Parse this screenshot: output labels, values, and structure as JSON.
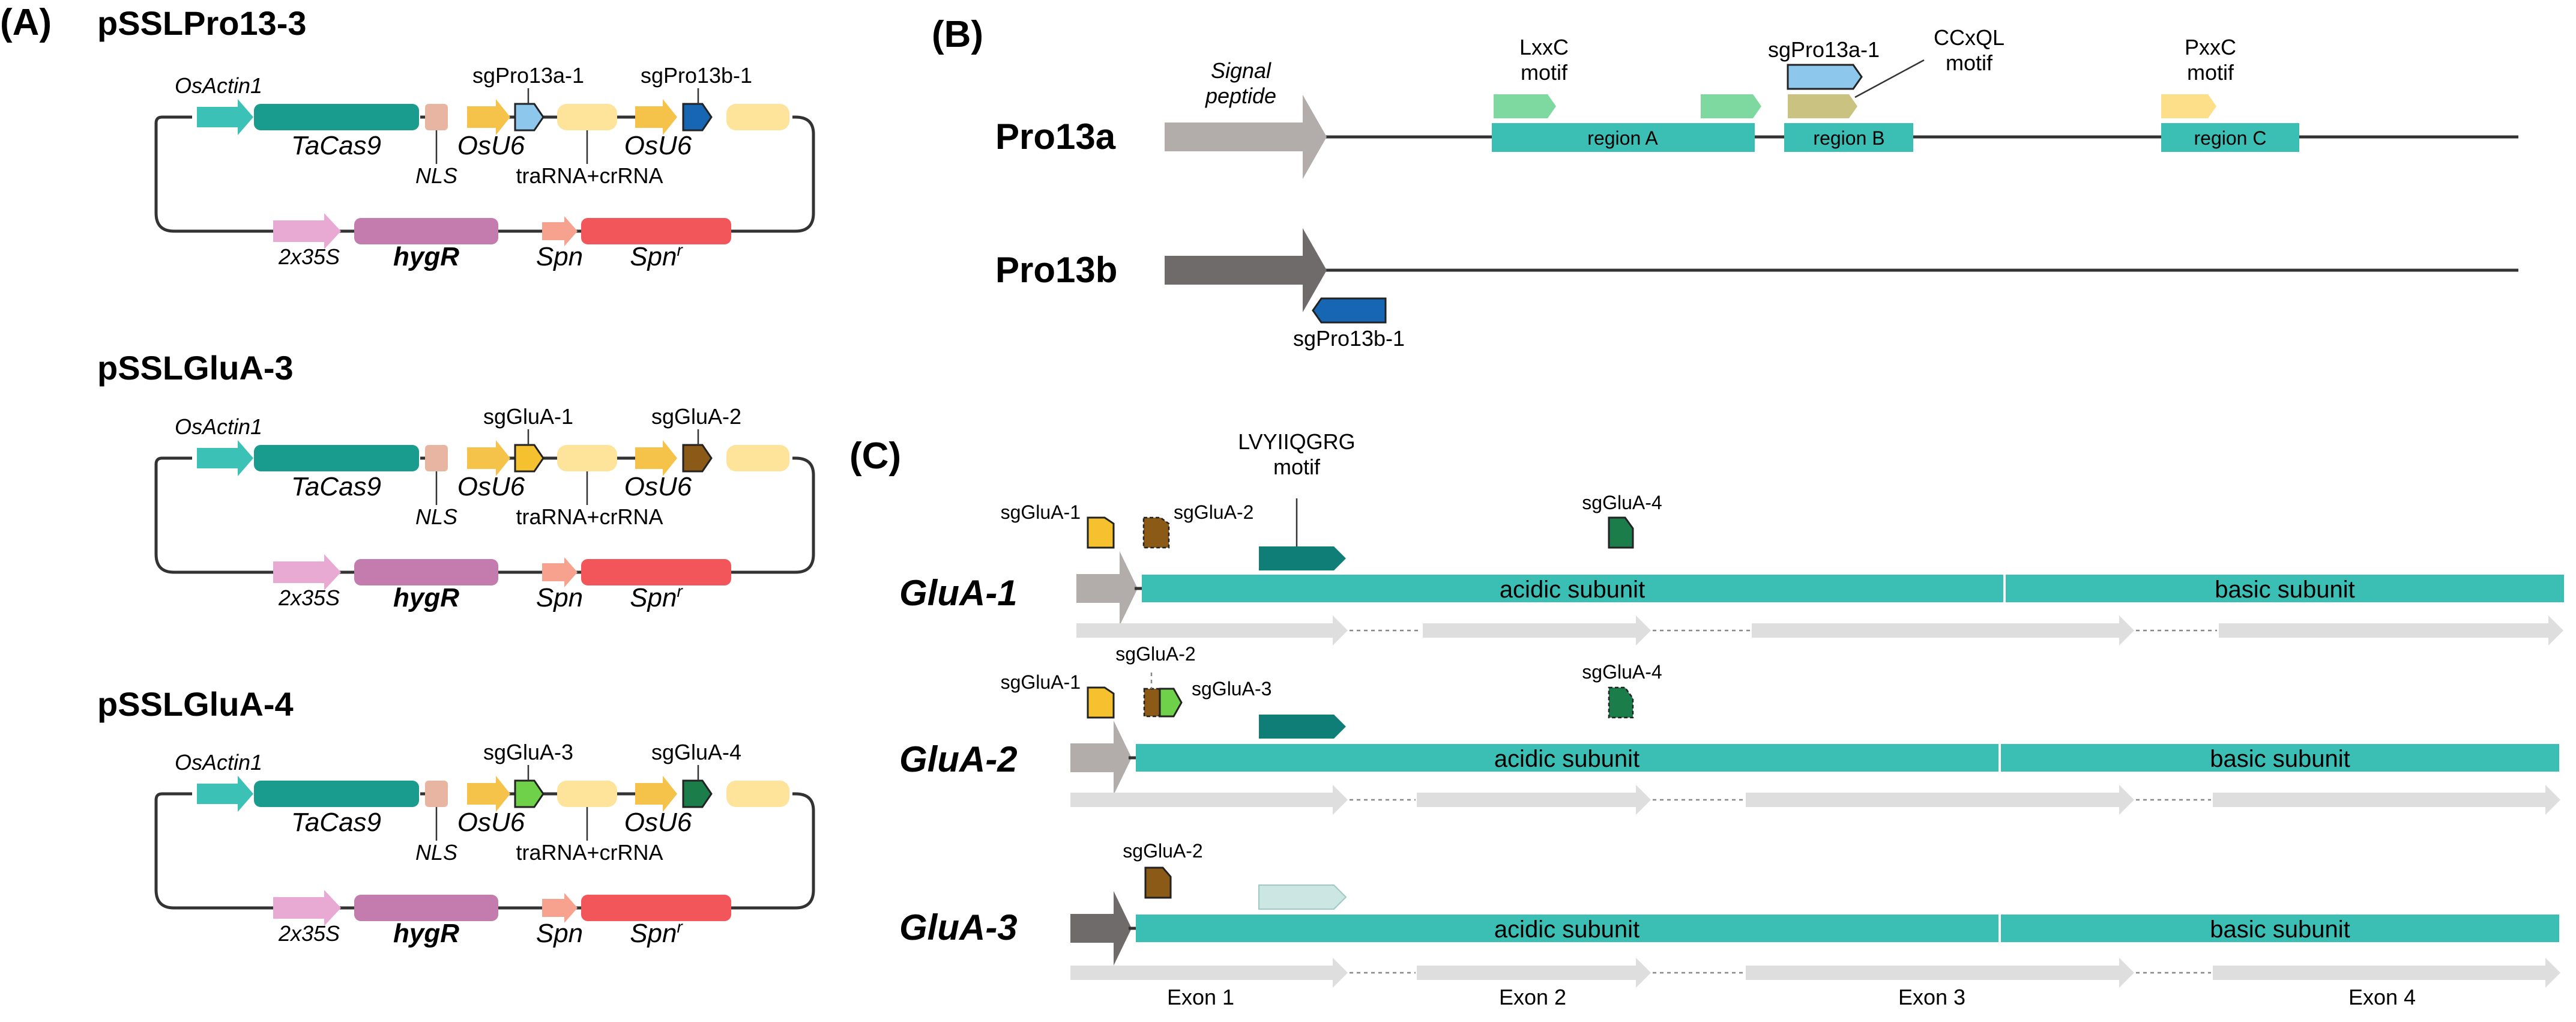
{
  "panels": {
    "a": "(A)",
    "b": "(B)",
    "c": "(C)"
  },
  "panel_a": {
    "plasmids": [
      {
        "title": "pSSLPro13-3",
        "sg1": "sgPro13a-1",
        "sg2": "sgPro13b-1"
      },
      {
        "title": "pSSLGluA-3",
        "sg1": "sgGluA-1",
        "sg2": "sgGluA-2"
      },
      {
        "title": "pSSLGluA-4",
        "sg1": "sgGluA-3",
        "sg2": "sgGluA-4"
      }
    ],
    "labels": {
      "promoter": "OsActin1",
      "cas9": "TaCas9",
      "nls": "NLS",
      "u6": "OsU6",
      "rna": "traRNA+crRNA",
      "p35s": "2x35S",
      "hygr": "hygR",
      "spn": "Spn",
      "spnr_base": "Spn",
      "spnr_sup": "r"
    }
  },
  "panel_b": {
    "genes": [
      "Pro13a",
      "Pro13b"
    ],
    "signal_line1": "Signal",
    "signal_line2": "peptide",
    "regions": [
      "region A",
      "region B",
      "region C"
    ],
    "motifs": {
      "lxxc_1": "LxxC",
      "lxxc_2": "motif",
      "ccxql_1": "CCxQL",
      "ccxql_2": "motif",
      "pxxc_1": "PxxC",
      "pxxc_2": "motif"
    },
    "sgrnas": {
      "pro13a": "sgPro13a-1",
      "pro13b": "sgPro13b-1"
    }
  },
  "panel_c": {
    "genes": [
      "GluA-1",
      "GluA-2",
      "GluA-3"
    ],
    "acidic": "acidic subunit",
    "basic": "basic subunit",
    "motif_1": "LVYIIQGRG",
    "motif_2": "motif",
    "sgrnas": {
      "g1": "sgGluA-1",
      "g2": "sgGluA-2",
      "g3": "sgGluA-3",
      "g4": "sgGluA-4"
    },
    "exons": [
      "Exon 1",
      "Exon 2",
      "Exon 3",
      "Exon 4"
    ]
  },
  "colors": {
    "teal_region": "#3bbfb5",
    "cas9": "#199c8e",
    "u6_arrow": "#f5c24a",
    "scaffold": "#fde49a",
    "hygr": "#c47bae",
    "spnr": "#f2555a",
    "actin": "#3cc1b7",
    "sgGluA1": "#f5c12e",
    "sgGluA2": "#8b5a16",
    "sgGluA3": "#6fd04a",
    "sgGluA4": "#1b7e4a",
    "sgPro13a": "#8ec7ec",
    "sgPro13b": "#1666b3"
  }
}
